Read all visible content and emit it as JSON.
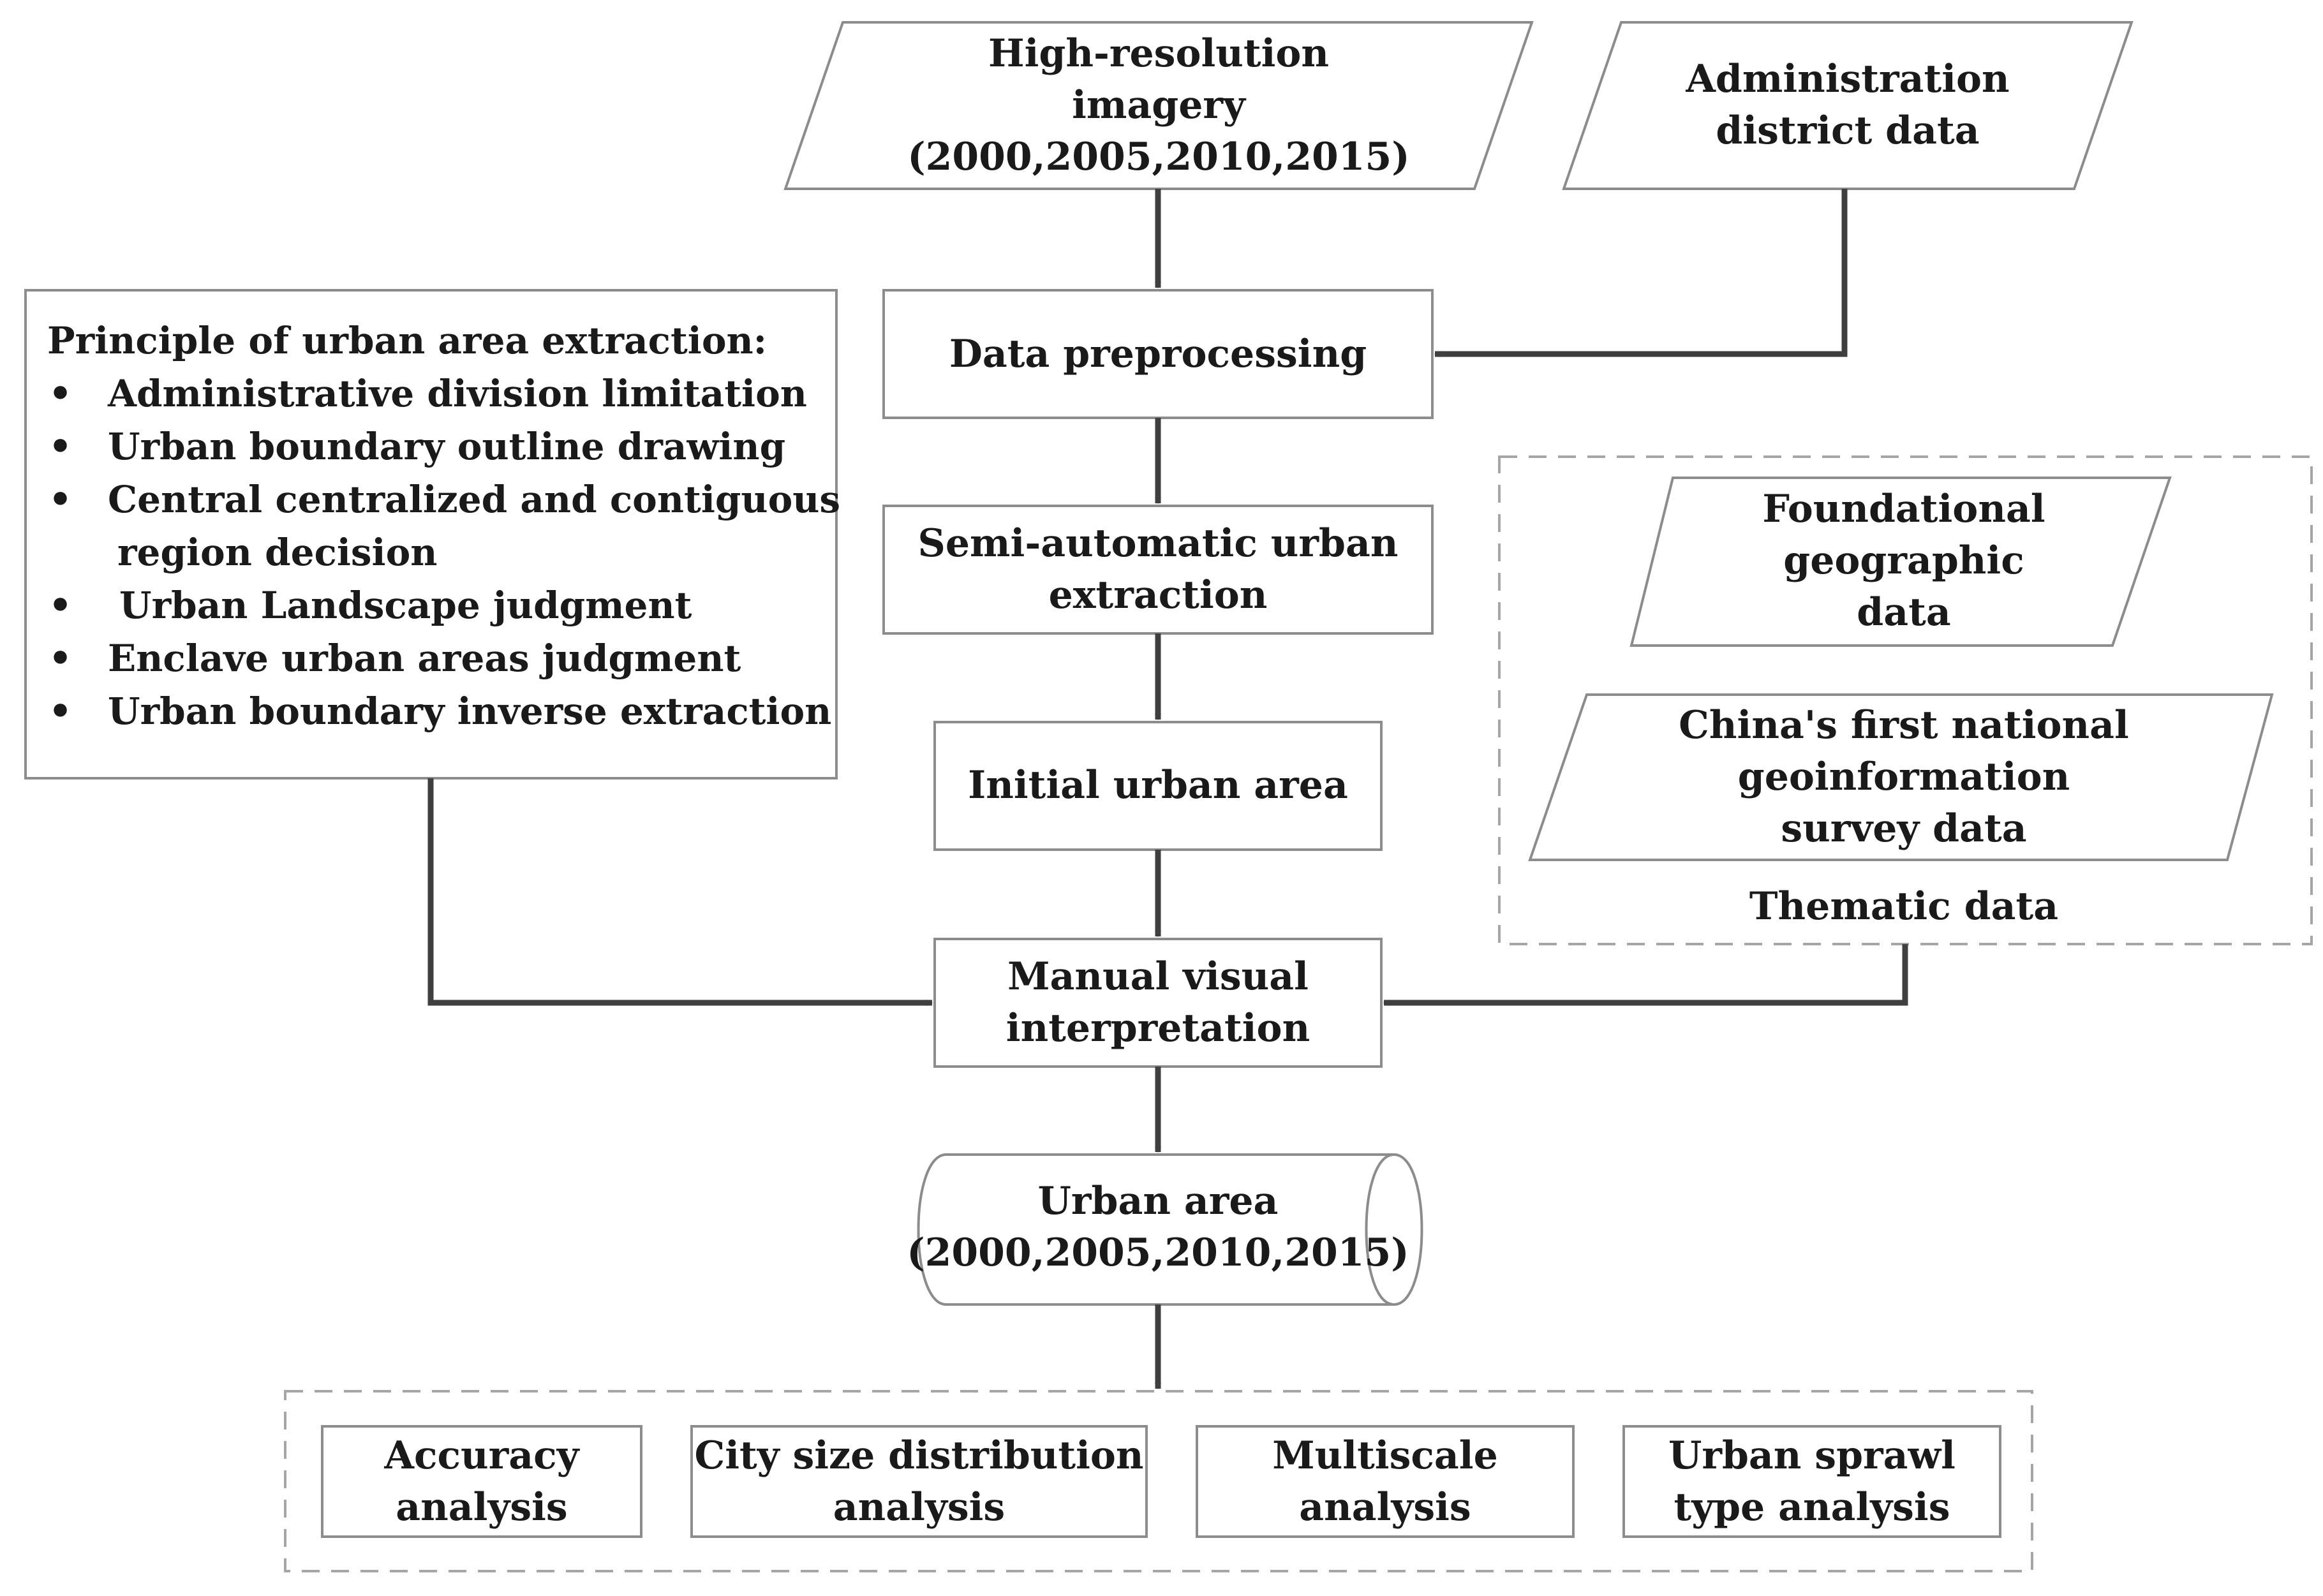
{
  "inputs": {
    "imagery": [
      "High-resolution",
      "imagery",
      "(2000,2005,2010,2015)"
    ],
    "admin": [
      "Administration",
      "district data"
    ]
  },
  "steps": {
    "preprocessing": "Data preprocessing",
    "semi_auto": [
      "Semi-automatic urban",
      "extraction"
    ],
    "initial": "Initial urban area",
    "manual": [
      "Manual visual",
      "interpretation"
    ],
    "urban_area": [
      "Urban area",
      "(2000,2005,2010,2015)"
    ]
  },
  "principles": {
    "title": "Principle of urban area extraction:",
    "items": [
      "Administrative division limitation",
      "Urban boundary outline drawing",
      "Central centralized and contiguous",
      "Urban Landscape judgment",
      "Enclave urban areas judgment",
      "Urban boundary inverse extraction"
    ],
    "item_continuation": "region decision",
    "bullet": "•"
  },
  "thematic": {
    "foundational": [
      "Foundational",
      "geographic",
      "data"
    ],
    "survey": [
      "China's first national",
      "geoinformation",
      "survey data"
    ],
    "label": "Thematic data"
  },
  "analyses": [
    [
      "Accuracy",
      "analysis"
    ],
    [
      "City size distribution",
      "analysis"
    ],
    [
      "Multiscale",
      "analysis"
    ],
    [
      "Urban sprawl",
      "type analysis"
    ]
  ],
  "colors": {
    "stroke": "#8c8c8c",
    "arrow": "#3f3f3f",
    "dashed": "#a6a6a6",
    "text": "#1a1a1a"
  }
}
